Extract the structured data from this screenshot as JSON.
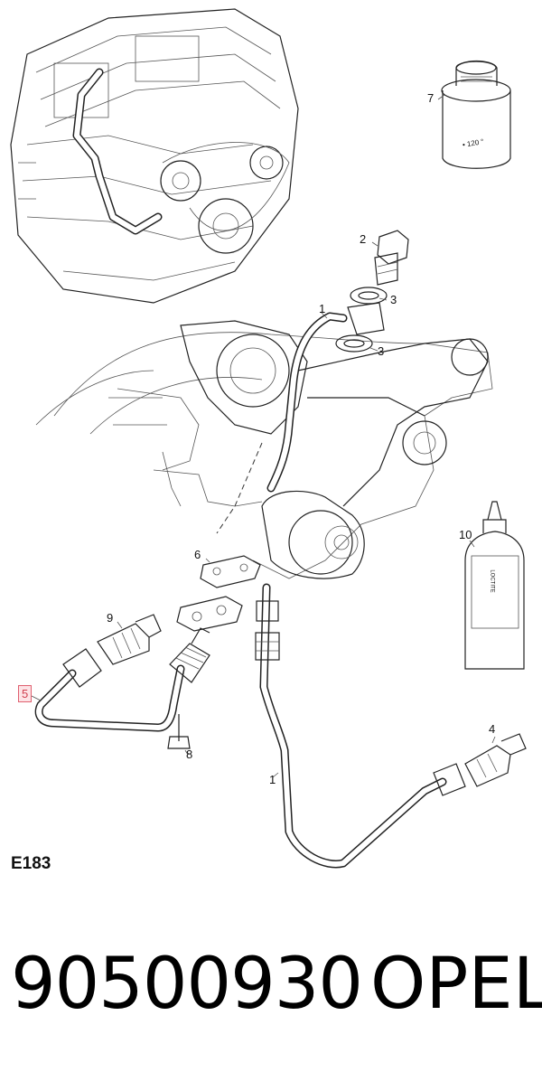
{
  "diagram": {
    "callouts": {
      "c1a": "1",
      "c1b": "1",
      "c2": "2",
      "c3a": "3",
      "c3b": "3",
      "c4": "4",
      "c5": "5",
      "c6": "6",
      "c7": "7",
      "c8": "8",
      "c9": "9",
      "c10": "10"
    },
    "figure_code": "E183",
    "part_number": "90500930",
    "brand": "OPEL",
    "highlighted_callout": "5",
    "can_label_a": "• 120 °",
    "bottle_label": "LOCTITE"
  }
}
